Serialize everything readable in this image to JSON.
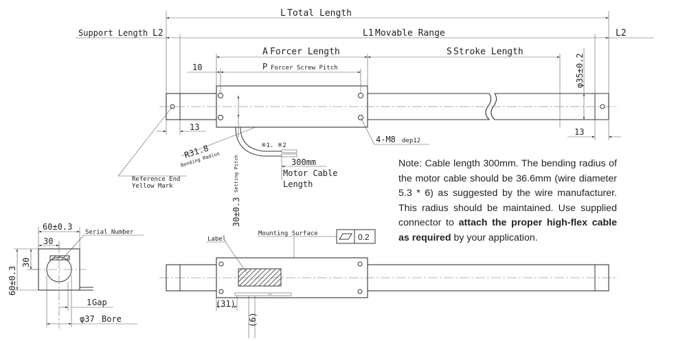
{
  "labels": {
    "total_length_sym": "L",
    "total_length": "Total Length",
    "support_length": "Support Length",
    "l2_left": "L2",
    "l2_right": "L2",
    "movable_sym": "L1",
    "movable_range": "Movable Range",
    "forcer_sym": "A",
    "forcer_length": "Forcer Length",
    "stroke_sym": "S",
    "stroke_length": "Stroke Length",
    "pitch_sym": "P",
    "forcer_screw_pitch": "Forcer Screw Pitch",
    "dim_10": "10",
    "dim_13_left": "13",
    "dim_13_right": "13",
    "diameter_35": "φ35±0.2",
    "thread_main": "4-M8",
    "thread_sub": "dep12",
    "radius": "R31.8",
    "bending_radius": "Bending Radius",
    "cable_marks": "※1. ※2",
    "cable_len_value": "300mm",
    "motor_cable_1": "Motor Cable",
    "motor_cable_2": "Length",
    "reference_end_1": "Reference End",
    "reference_end_2": "Yellow Mark",
    "setting_pitch_val": "30±0.3",
    "setting_pitch": "Setting Pitch",
    "dim_60_top": "60±0.3",
    "dim_30_top": "30",
    "serial_number": "Serial Number",
    "dim_60_side": "60±0.3",
    "dim_30_side": "30",
    "gap_num": "1",
    "gap": "Gap",
    "bore_dia": "φ37",
    "bore": "Bore",
    "label": "Label",
    "mounting_surface": "Mounting Surface",
    "flatness": "0.2",
    "dim_31": "(31)",
    "dim_6": "(6)"
  },
  "note": {
    "part1": "Note: Cable length 300mm. The bending radius of the motor cable should be 36.6mm (wire diameter 5.3 * 6) as suggested by the wire manufacturer. This radius should be maintained.  Use supplied connector to ",
    "bold": "attach the proper high-flex cable as required",
    "part2": " by your application."
  }
}
